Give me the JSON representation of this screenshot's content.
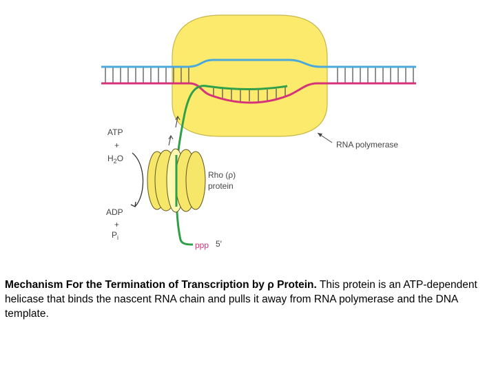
{
  "diagram": {
    "labels": {
      "atp": "ATP",
      "plus_top": "+",
      "h2o_main": "H",
      "h2o_sub": "2",
      "h2o_tail": "O",
      "adp": "ADP",
      "plus_bottom": "+",
      "pi_main": "P",
      "pi_sub": "i",
      "rna_polymerase": "RNA polymerase",
      "rho_line1": "Rho (ρ)",
      "rho_line2": "protein",
      "ppp": "ppp",
      "five_prime": "5′"
    },
    "colors": {
      "dna_top": "#4aa8dd",
      "dna_bottom": "#d6327a",
      "rna": "#2f9f4a",
      "polymerase_fill": "#fbea6c",
      "rho_fill": "#f6e66a"
    }
  },
  "caption": {
    "bold": "Mechanism For the Termination of Transcription by ρ Protein.",
    "text": " This protein is an ATP-dependent helicase that binds the nascent RNA chain and pulls it away from RNA polymerase and the DNA template."
  }
}
